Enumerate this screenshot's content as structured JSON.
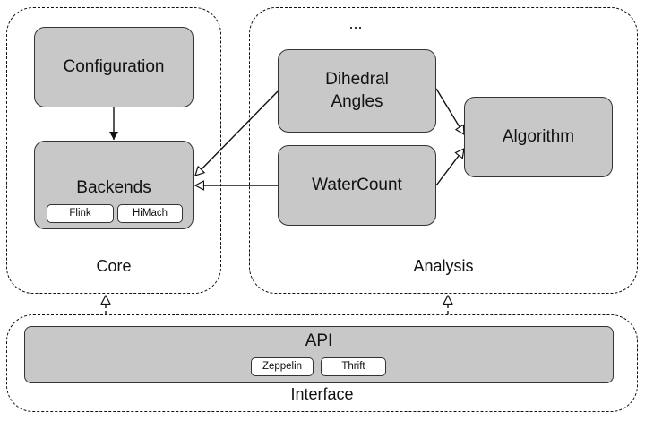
{
  "groups": {
    "core": "Core",
    "analysis": "Analysis",
    "interface": "Interface",
    "analysis_more": "..."
  },
  "nodes": {
    "configuration": "Configuration",
    "backends": "Backends",
    "dihedral": "Dihedral\nAngles",
    "watercount": "WaterCount",
    "algorithm": "Algorithm",
    "api": "API"
  },
  "chips": {
    "flink": "Flink",
    "himach": "HiMach",
    "zeppelin": "Zeppelin",
    "thrift": "Thrift"
  },
  "edges": [
    {
      "from": "Configuration",
      "to": "Backends",
      "style": "solid"
    },
    {
      "from": "Dihedral Angles",
      "to": "Backends",
      "style": "solid"
    },
    {
      "from": "WaterCount",
      "to": "Backends",
      "style": "solid"
    },
    {
      "from": "Dihedral Angles",
      "to": "Algorithm",
      "style": "solid"
    },
    {
      "from": "WaterCount",
      "to": "Algorithm",
      "style": "solid"
    },
    {
      "from": "Interface",
      "to": "Core",
      "style": "dashed"
    },
    {
      "from": "Interface",
      "to": "Analysis",
      "style": "dashed"
    }
  ]
}
